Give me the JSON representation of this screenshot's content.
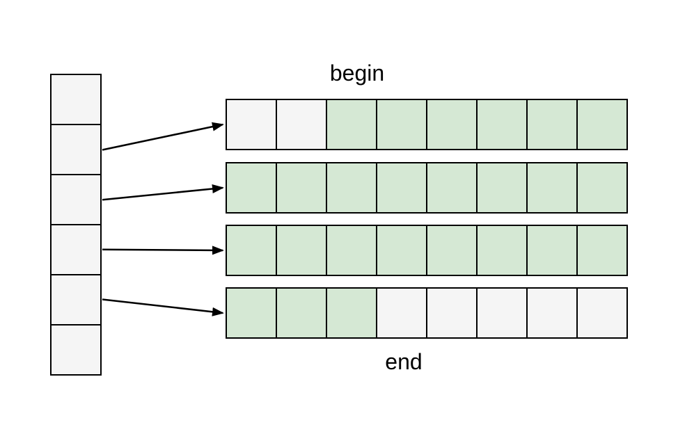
{
  "diagram": {
    "labels": {
      "begin": "begin",
      "end": "end"
    },
    "colors": {
      "occupied": "#d5e8d4",
      "free": "#f5f5f5",
      "border": "#000000",
      "arrow": "#000000",
      "background": "#ffffff"
    },
    "map_column": {
      "slots": [
        "free",
        "free",
        "free",
        "free",
        "free",
        "free"
      ]
    },
    "chunks": [
      {
        "cells": [
          "free",
          "free",
          "occupied",
          "occupied",
          "occupied",
          "occupied",
          "occupied",
          "occupied"
        ]
      },
      {
        "cells": [
          "occupied",
          "occupied",
          "occupied",
          "occupied",
          "occupied",
          "occupied",
          "occupied",
          "occupied"
        ]
      },
      {
        "cells": [
          "occupied",
          "occupied",
          "occupied",
          "occupied",
          "occupied",
          "occupied",
          "occupied",
          "occupied"
        ]
      },
      {
        "cells": [
          "occupied",
          "occupied",
          "occupied",
          "free",
          "free",
          "free",
          "free",
          "free"
        ]
      }
    ],
    "arrows": [
      {
        "from_slot": 1,
        "to_chunk": 0
      },
      {
        "from_slot": 2,
        "to_chunk": 1
      },
      {
        "from_slot": 3,
        "to_chunk": 2
      },
      {
        "from_slot": 4,
        "to_chunk": 3
      }
    ]
  }
}
